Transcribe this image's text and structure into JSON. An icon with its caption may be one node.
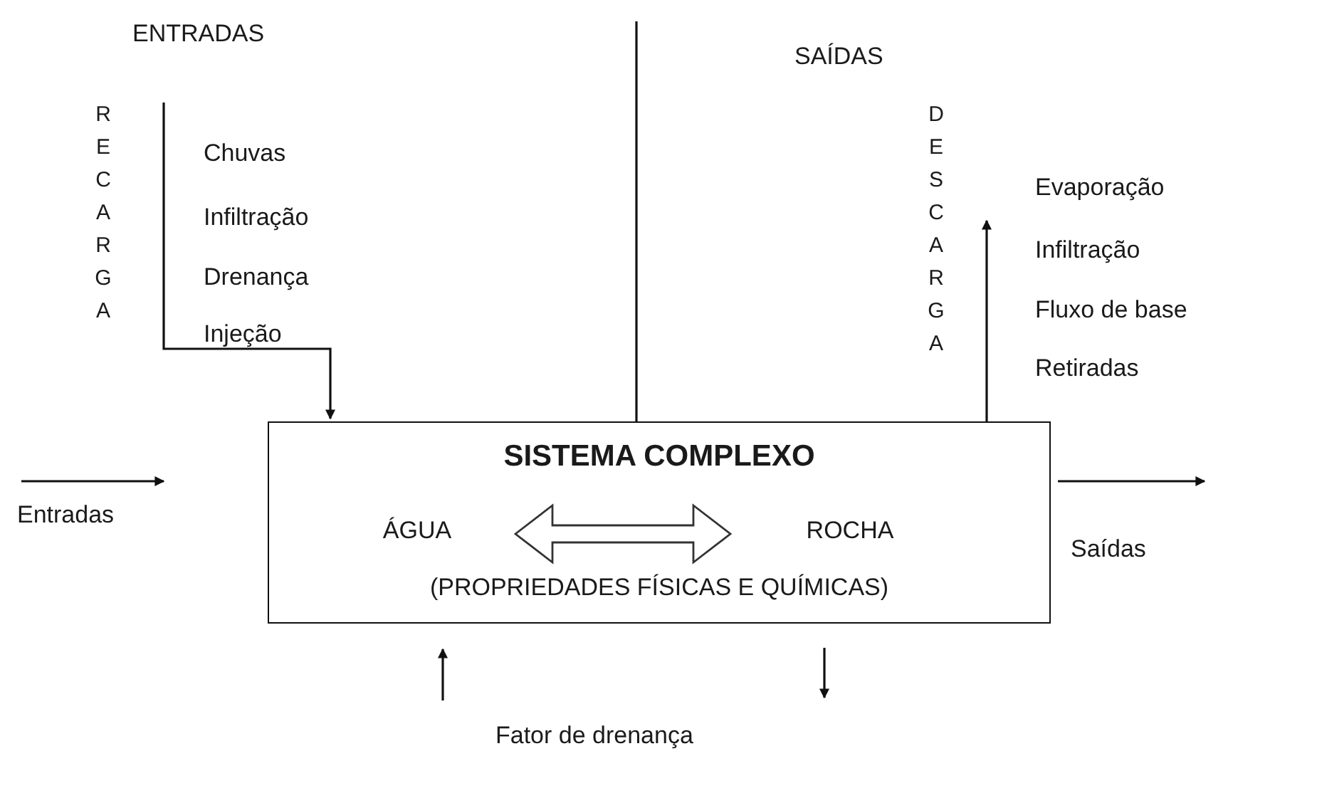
{
  "diagram": {
    "nodes": [
      {
        "text": [
          "SISTEMA COMPLEXO",
          "(PROPRIEDADES FÍSICAS E QUÍMICAS)"
        ]
      },
      {
        "text": [
          "ÁGUA"
        ],
        "in": 0
      },
      {
        "text": [
          "ROCHA"
        ],
        "in": 0
      }
    ],
    "edges": [
      {
        "from": null,
        "to": 0,
        "arrow": "to"
      },
      {
        "from": 0,
        "to": null,
        "arrow": "to"
      },
      {
        "from": 1,
        "to": 2,
        "arrow": "both"
      }
    ],
    "labels": [
      "ENTRADAS",
      "SAÍDAS",
      "RECARGA",
      "Chuvas",
      "Infiltração",
      "Drenança",
      "Injeção",
      "DESCARGA",
      "Evaporação",
      "Infiltração",
      "Fluxo de base",
      "Retiradas",
      "Entradas",
      "Saídas",
      "Fator de drenança"
    ]
  }
}
